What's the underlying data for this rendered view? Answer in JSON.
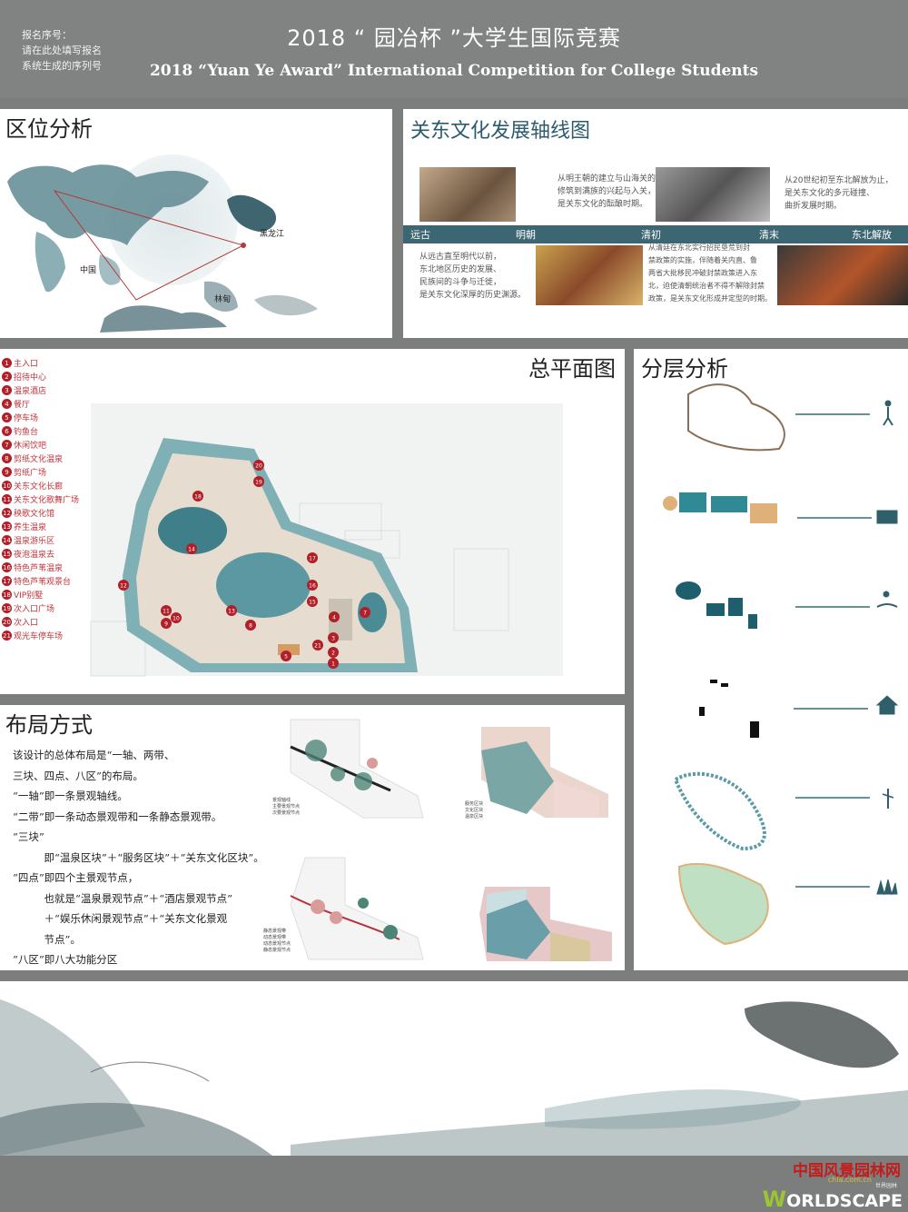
{
  "header": {
    "reg_line1": "报名序号：",
    "reg_line2": "请在此处填写报名",
    "reg_line3": "系统生成的序列号",
    "title_cn": "2018 “ 园冶杯 ”大学生国际竞赛",
    "title_en": "2018 “Yuan Ye Award” International Competition for College Students"
  },
  "location": {
    "title": "区位分析",
    "labels": {
      "heilongjiang": "黑龙江",
      "china": "中国",
      "linju": "林甸"
    }
  },
  "axis": {
    "title": "关东文化发展轴线图",
    "eras": [
      "远古",
      "明朝",
      "清初",
      "清末",
      "东北解放"
    ],
    "text_ming": [
      "从明王朝的建立与山海关的",
      "修筑到满族的兴起与入关，",
      "是关东文化的酝酿时期。"
    ],
    "text_modern": [
      "从20世纪初至东北解放为止，",
      "是关东文化的多元碰撞、",
      "曲折发展时期。"
    ],
    "text_ancient": [
      "从远古直至明代以前，",
      "东北地区历史的发展、",
      "民族间的斗争与迁徙，",
      "是关东文化深厚的历史渊源。"
    ],
    "text_qing": [
      "从清廷在东北实行招民垦荒到封",
      "禁政策的实施，伴随着关内直、鲁",
      "两省大批移民冲破封禁政策进入东",
      "北，迫使清朝统治者不得不解除封禁",
      "政策，是关东文化形成并定型的时期。"
    ]
  },
  "plan": {
    "title": "总平面图",
    "legend": [
      {
        "n": "1",
        "t": "主入口"
      },
      {
        "n": "2",
        "t": "招待中心"
      },
      {
        "n": "3",
        "t": "温泉酒店"
      },
      {
        "n": "4",
        "t": "餐厅"
      },
      {
        "n": "5",
        "t": "停车场"
      },
      {
        "n": "6",
        "t": "钓鱼台"
      },
      {
        "n": "7",
        "t": "休闲饮吧"
      },
      {
        "n": "8",
        "t": "剪纸文化温泉"
      },
      {
        "n": "9",
        "t": "剪纸广场"
      },
      {
        "n": "10",
        "t": "关东文化长廊"
      },
      {
        "n": "11",
        "t": "关东文化歌舞广场"
      },
      {
        "n": "12",
        "t": "秧歌文化馆"
      },
      {
        "n": "13",
        "t": "养生温泉"
      },
      {
        "n": "14",
        "t": "温泉游乐区"
      },
      {
        "n": "15",
        "t": "夜泡温泉去"
      },
      {
        "n": "16",
        "t": "特色芦苇温泉"
      },
      {
        "n": "17",
        "t": "特色芦苇观景台"
      },
      {
        "n": "18",
        "t": "VIP别墅"
      },
      {
        "n": "19",
        "t": "次入口广场"
      },
      {
        "n": "20",
        "t": "次入口"
      },
      {
        "n": "21",
        "t": "观光车停车场"
      }
    ],
    "map_markers": [
      {
        "n": "20"
      },
      {
        "n": "19"
      },
      {
        "n": "18"
      },
      {
        "n": "14"
      },
      {
        "n": "17"
      },
      {
        "n": "16"
      },
      {
        "n": "12"
      },
      {
        "n": "15"
      },
      {
        "n": "11"
      },
      {
        "n": "10"
      },
      {
        "n": "13"
      },
      {
        "n": "8"
      },
      {
        "n": "4"
      },
      {
        "n": "7"
      },
      {
        "n": "3"
      },
      {
        "n": "21"
      },
      {
        "n": "2"
      },
      {
        "n": "5"
      },
      {
        "n": "1"
      },
      {
        "n": "9"
      }
    ]
  },
  "layers": {
    "title": "分层分析",
    "icons": [
      "walker-icon",
      "wall-icon",
      "swimmer-icon",
      "house-icon",
      "tree-icon",
      "grass-icon"
    ]
  },
  "layout": {
    "title": "布局方式",
    "lines": [
      "该设计的总体布局是“一轴、两带、",
      "三块、四点、八区”的布局。",
      "“一轴”即一条景观轴线。",
      "“二带”即一条动态景观带和一条静态景观带。",
      "“三块”",
      "　　　即“温泉区块”＋“服务区块”＋“关东文化区块”。",
      "“四点”即四个主景观节点，",
      "　　　也就是“温泉景观节点”＋“酒店景观节点”",
      "　　　＋“娱乐休闲景观节点”＋“关东文化景观",
      "　　　节点”。",
      "“八区”即八大功能分区"
    ],
    "diag1_legend": [
      "景观轴线",
      "主要景观节点",
      "次要景观节点"
    ],
    "diag2_legend": [
      "服务区块",
      "文化区块",
      "温泉区块"
    ],
    "diag3_legend": [
      "静态景观带",
      "动态景观带",
      "动态景观节点",
      "静态景观节点"
    ]
  },
  "footer": {
    "logo_cn": "中国风景园林网",
    "logo_url": "chla.com.cn",
    "logo_en_w": "W",
    "logo_en_rest": "ORLDSCAPE",
    "logo_small": "世界园林"
  }
}
